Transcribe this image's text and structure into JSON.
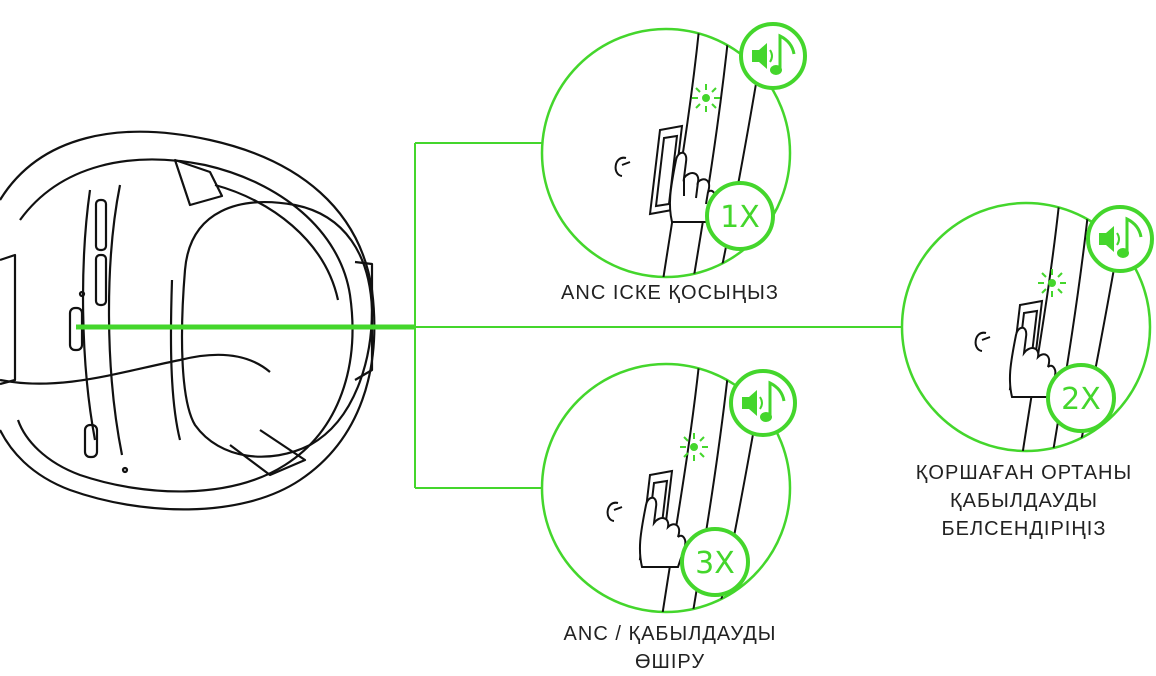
{
  "accent": "#44d62c",
  "steps": [
    {
      "count": "1X",
      "label": "ANC ІСКЕ ҚОСЫҢЫЗ"
    },
    {
      "count": "2X",
      "label_lines": [
        "ҚОРШАҒАН ОРТАНЫ",
        "ҚАБЫЛДАУДЫ",
        "БЕЛСЕНДІРІҢІЗ"
      ]
    },
    {
      "count": "3X",
      "label_lines": [
        "ANC / ҚАБЫЛДАУДЫ",
        "ӨШІРУ"
      ]
    }
  ],
  "icons": [
    "headphone-earcup",
    "power-icon",
    "speaker-music-icon",
    "led-blink-icon",
    "finger-press-icon"
  ]
}
